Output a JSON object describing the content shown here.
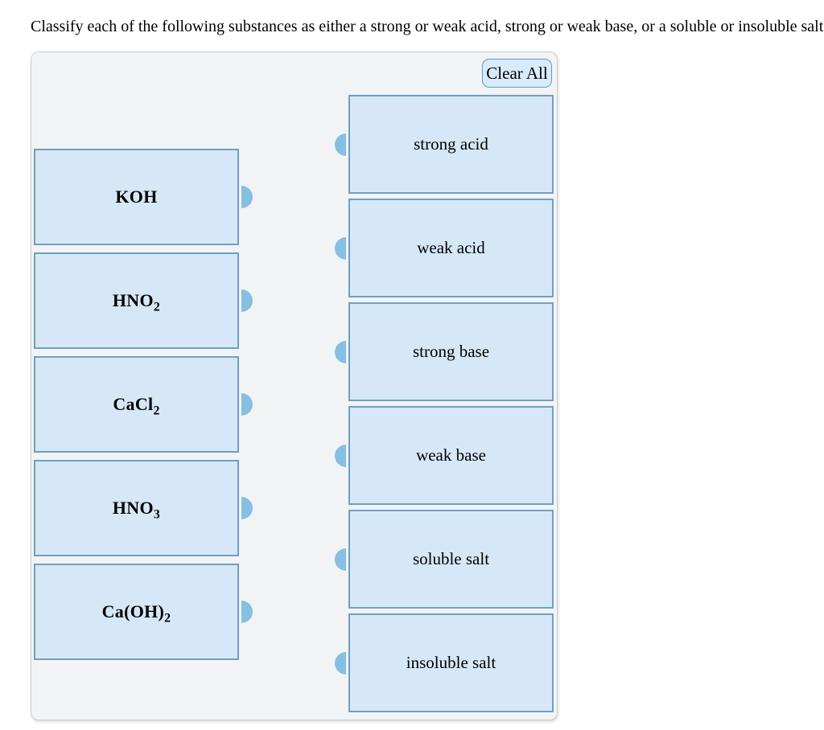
{
  "title": "Classify each of the following substances as either a strong or weak acid, strong or weak base, or a soluble or insoluble salt.",
  "toolbar": {
    "clear_all_label": "Clear All"
  },
  "cards": [
    {
      "text": "KOH",
      "sub": ""
    },
    {
      "text": "HNO",
      "sub": "2"
    },
    {
      "text": "CaCl",
      "sub": "2"
    },
    {
      "text": "HNO",
      "sub": "3"
    },
    {
      "text": "Ca(OH)",
      "sub": "2"
    }
  ],
  "targets": [
    {
      "label": "strong acid"
    },
    {
      "label": "weak acid"
    },
    {
      "label": "strong base"
    },
    {
      "label": "weak base"
    },
    {
      "label": "soluble salt"
    },
    {
      "label": "insoluble salt"
    }
  ],
  "colors": {
    "box_fill": "#d6e8f7",
    "box_border": "#6e9fc4",
    "nub": "#85bfe2",
    "panel_fill": "#f2f3f4",
    "panel_border": "#c9ced6",
    "button_fill": "#d9eaf8",
    "button_border": "#5b9bd0"
  }
}
